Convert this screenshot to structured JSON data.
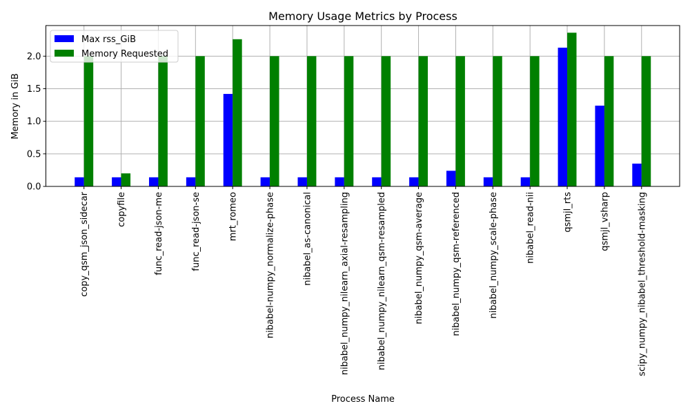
{
  "chart_data": {
    "type": "bar",
    "title": "Memory Usage Metrics by Process",
    "xlabel": "Process Name",
    "ylabel": "Memory in GiB",
    "ylim": [
      0,
      2.47
    ],
    "yticks": [
      "0.0",
      "0.5",
      "1.0",
      "1.5",
      "2.0"
    ],
    "grid": true,
    "legend_position": "top-left",
    "categories": [
      "copy_qsm_json_sidecar",
      "copyfile",
      "func_read-json-me",
      "func_read-json-se",
      "mrt_romeo",
      "nibabel-numpy_normalize-phase",
      "nibabel_as-canonical",
      "nibabel_numpy_nilearn_axial-resampling",
      "nibabel_numpy_nilearn_qsm-resampled",
      "nibabel_numpy_qsm-average",
      "nibabel_numpy_qsm-referenced",
      "nibabel_numpy_scale-phase",
      "nibabel_read-nii",
      "qsmjl_rts",
      "qsmjl_vsharp",
      "scipy_numpy_nibabel_threshold-masking"
    ],
    "series": [
      {
        "name": "Max rss_GiB",
        "color": "#0000ff",
        "values": [
          0.14,
          0.14,
          0.14,
          0.14,
          1.42,
          0.14,
          0.14,
          0.14,
          0.14,
          0.14,
          0.24,
          0.14,
          0.14,
          2.13,
          1.24,
          0.35
        ]
      },
      {
        "name": "Memory Requested",
        "color": "#008000",
        "values": [
          2.0,
          0.2,
          2.0,
          2.0,
          2.26,
          2.0,
          2.0,
          2.0,
          2.0,
          2.0,
          2.0,
          2.0,
          2.0,
          2.36,
          2.0,
          2.0
        ]
      }
    ]
  }
}
